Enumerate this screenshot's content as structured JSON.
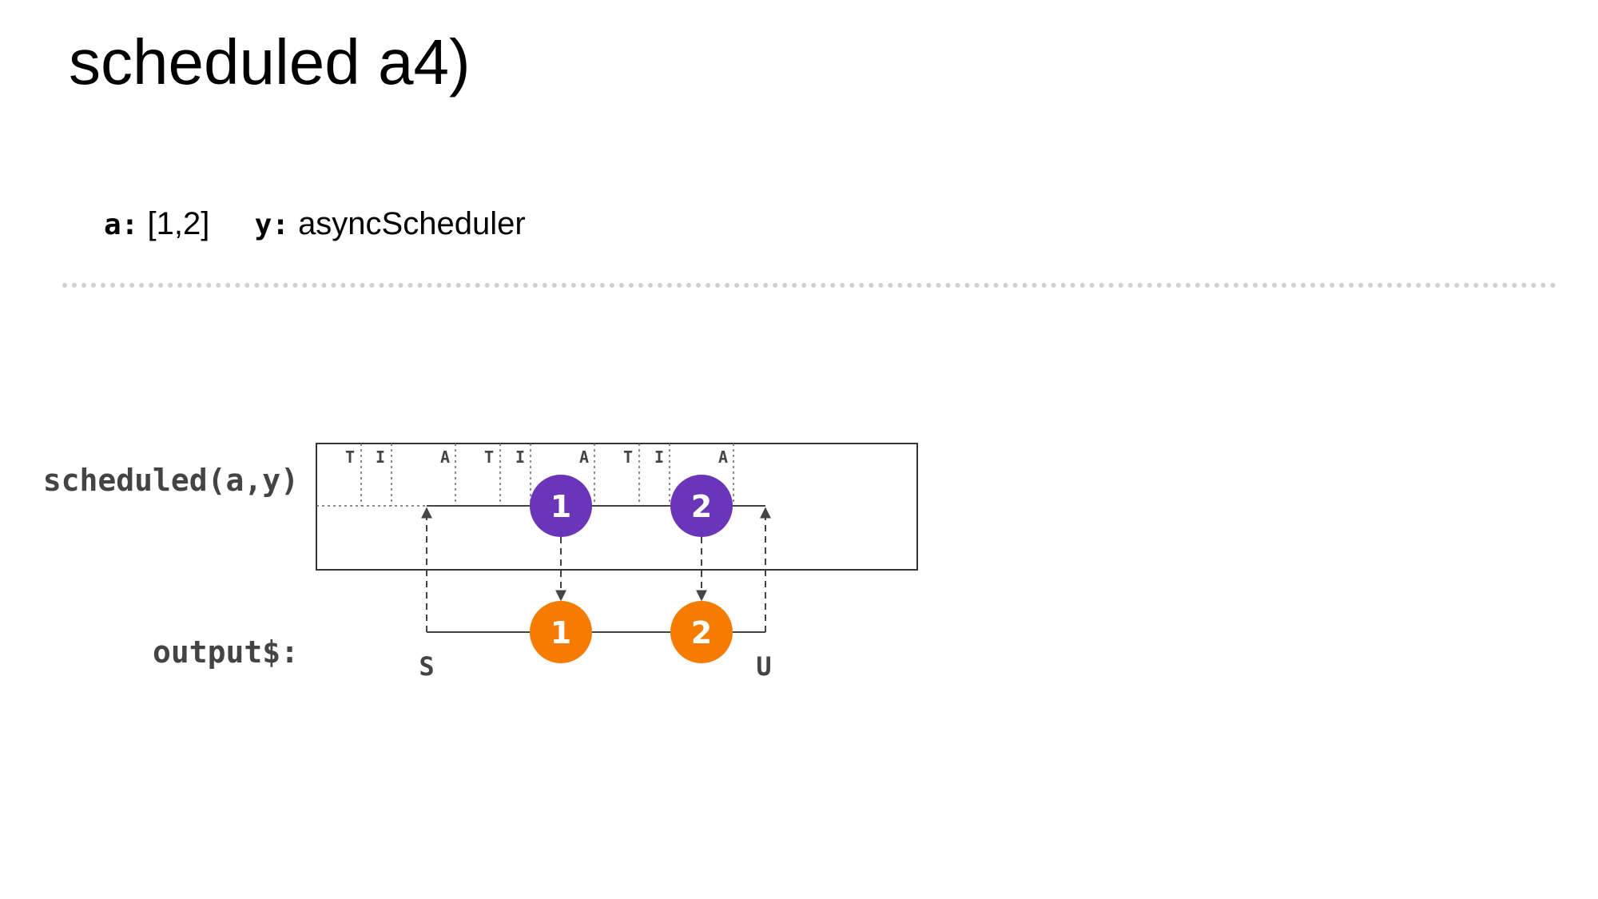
{
  "title": "scheduled a4)",
  "params": {
    "a_name": "a:",
    "a_value": "[1,2]",
    "y_name": "y:",
    "y_value": "asyncScheduler"
  },
  "diagram": {
    "operator_label": "scheduled(a,y)",
    "output_label": "output$:",
    "scheduler_tasks": [
      {
        "markers": [
          "T",
          "I",
          "A"
        ]
      },
      {
        "markers": [
          "T",
          "I",
          "A"
        ]
      },
      {
        "markers": [
          "T",
          "I",
          "A"
        ]
      }
    ],
    "scheduled_values": [
      "1",
      "2"
    ],
    "output_values": [
      "1",
      "2"
    ],
    "subscribe_label": "S",
    "unsubscribe_label": "U",
    "colors": {
      "scheduled_marble": "#6a35b8",
      "output_marble": "#f57c00",
      "line": "#444444",
      "box": "#333333"
    }
  }
}
